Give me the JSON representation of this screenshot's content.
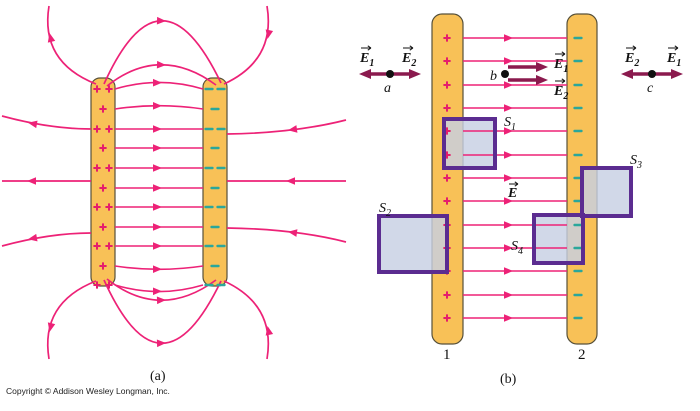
{
  "figure": {
    "copyright": "Copyright © Addison Wesley Longman, Inc.",
    "colors": {
      "field_line_pink": "#ed2277",
      "plate_orange": "#f8c157",
      "plate_border": "#57513a",
      "minus_teal": "#2aa79b",
      "vector_maroon": "#8b1a4e",
      "gauss_box_fill": "#c7cfe3",
      "gauss_box_border": "#5b2c90"
    },
    "panel_a": {
      "caption": "(a)",
      "description": "fringing-field parallel plates, left plate positive, right plate negative"
    },
    "panel_b": {
      "caption": "(b)",
      "plate1_label": "1",
      "plate2_label": "2",
      "field_vector": {
        "base": "E"
      },
      "points": {
        "a": {
          "label": "a",
          "left_vector": {
            "base": "E",
            "sub": "1"
          },
          "right_vector": {
            "base": "E",
            "sub": "2"
          }
        },
        "b": {
          "label": "b",
          "top_vector": {
            "base": "E",
            "sub": "1"
          },
          "bottom_vector": {
            "base": "E",
            "sub": "2"
          }
        },
        "c": {
          "label": "c",
          "left_vector": {
            "base": "E",
            "sub": "2"
          },
          "right_vector": {
            "base": "E",
            "sub": "1"
          }
        }
      },
      "surfaces": {
        "s1": {
          "base": "S",
          "sub": "1"
        },
        "s2": {
          "base": "S",
          "sub": "2"
        },
        "s3": {
          "base": "S",
          "sub": "3"
        },
        "s4": {
          "base": "S",
          "sub": "4"
        }
      }
    }
  }
}
